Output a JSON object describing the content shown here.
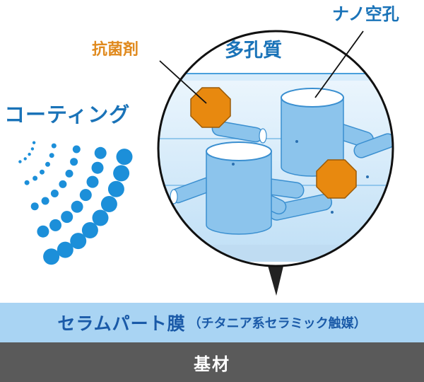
{
  "labels": {
    "coating": "コーティング",
    "antibacterial": "抗菌剤",
    "porous": "多孔質",
    "nanopore": "ナノ空孔"
  },
  "film_band": {
    "main": "セラムパート膜",
    "sub": "（チタニア系セラミック触媒）"
  },
  "base_band": {
    "label": "基材"
  },
  "colors": {
    "blue_text": "#1a73b8",
    "orange_text": "#e08a1e",
    "antibacterial_fill": "#e8890f",
    "spray_dot": "#1c8fd9",
    "film_band_bg": "#a9d4f3",
    "film_text": "#1a5aa8",
    "base_band_bg": "#5a5a5a",
    "tube": "#8cc4ec",
    "tube_dark": "#5aa6de",
    "pore_top": "#ffffff",
    "layer": "#cfe6f8"
  },
  "icons": {
    "antibacterial": "octagon-icon",
    "spray": "dot-spray-icon",
    "magnifier_pointer": "pointer-cone-icon"
  }
}
